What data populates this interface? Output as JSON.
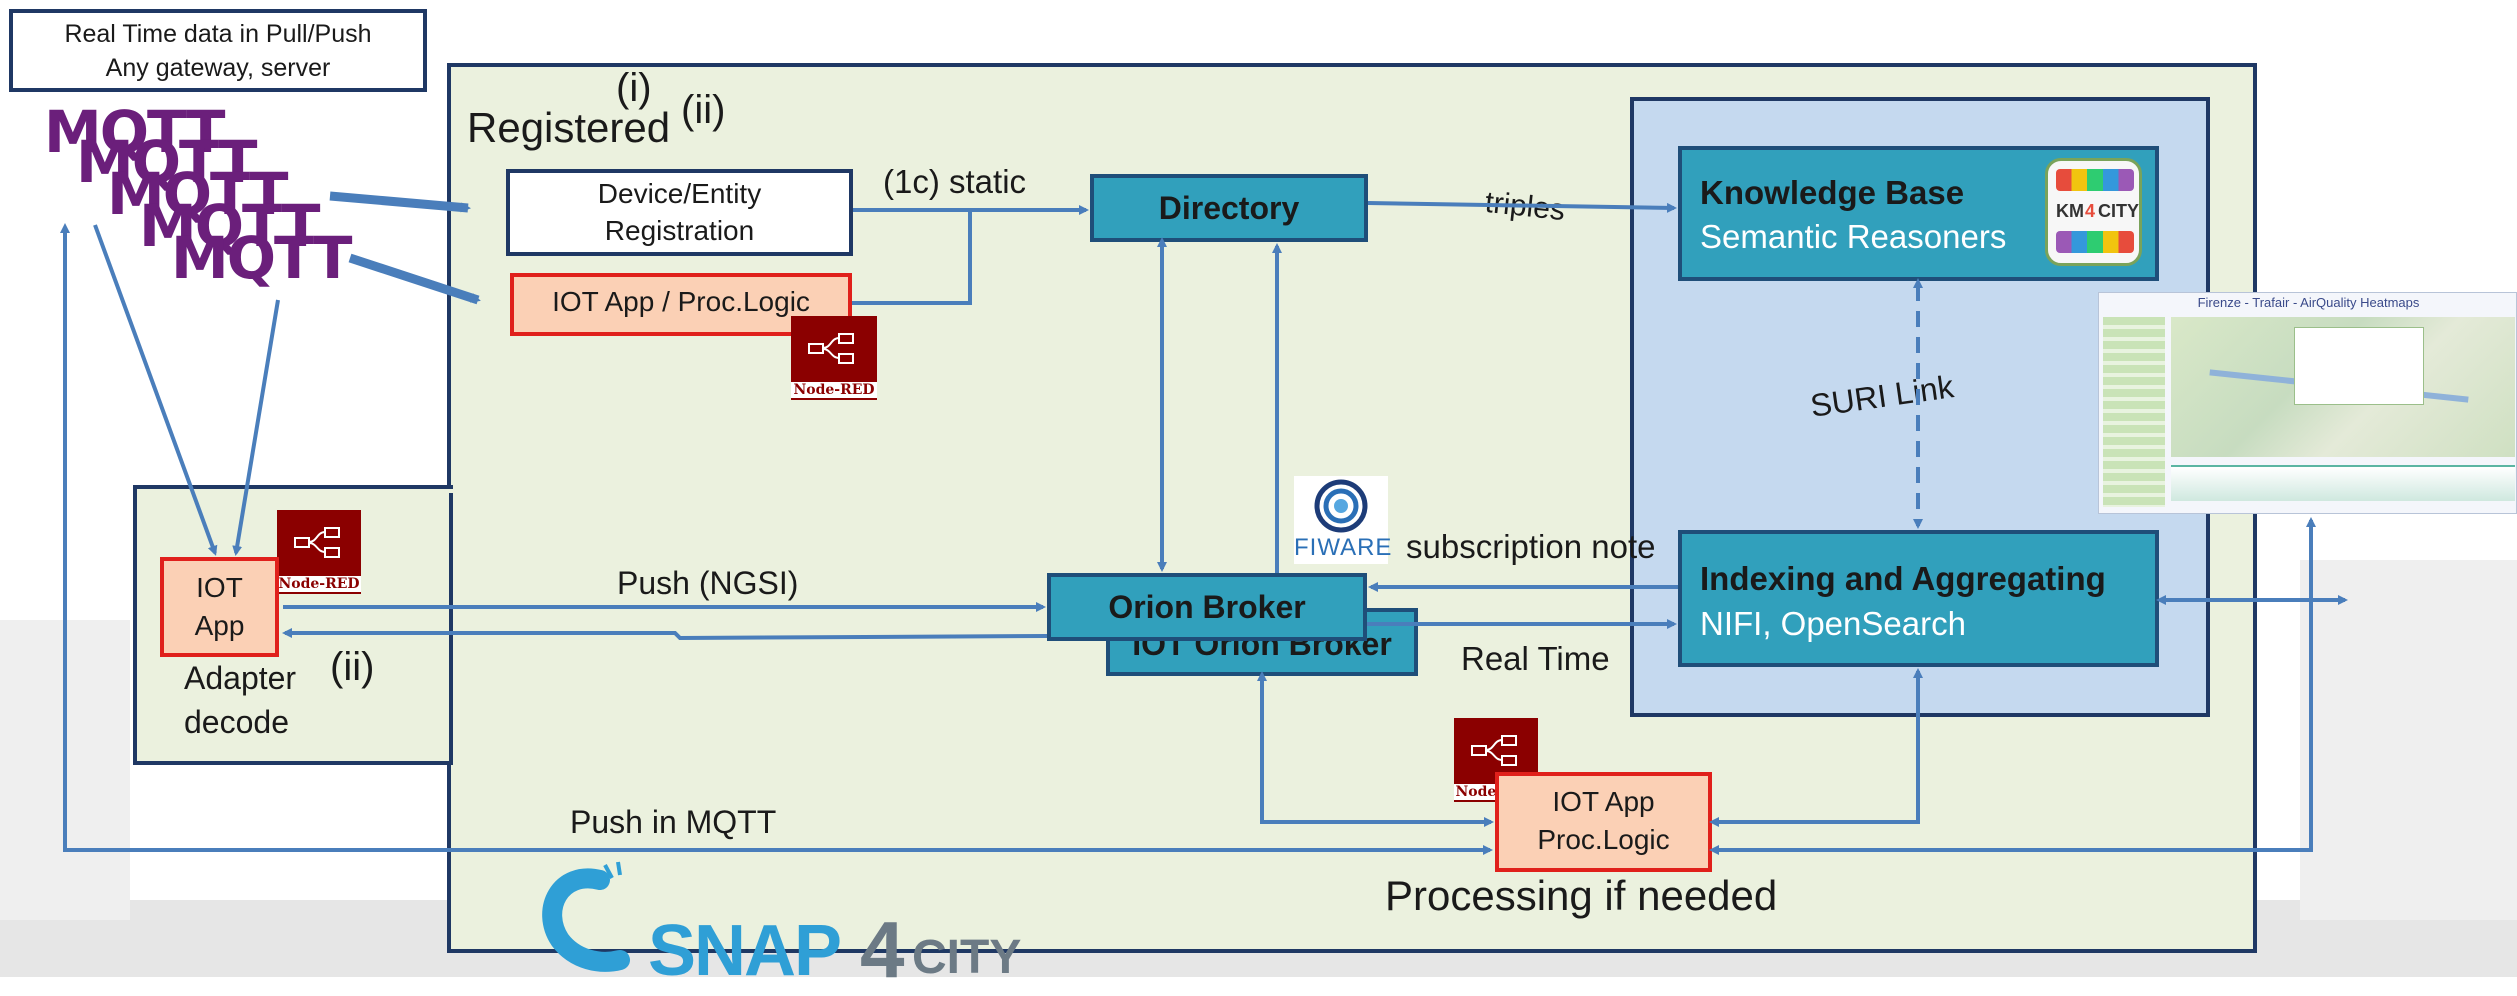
{
  "source_box": {
    "line1": "Real Time data in Pull/Push",
    "line2": "Any gateway, server"
  },
  "mqtt_logo": "MQTT",
  "registered": {
    "label": "Registered",
    "marker_i": "(i)",
    "marker_ii": "(ii)"
  },
  "device_registration": {
    "line1": "Device/Entity",
    "line2": "Registration"
  },
  "iot_app_top": "IOT App / Proc.Logic",
  "static_label": "(1c) static",
  "directory": "Directory",
  "triples_label": "triples",
  "knowledge_base": {
    "title": "Knowledge Base",
    "subtitle": "Semantic Reasoners"
  },
  "km4city_logo": {
    "part1": "KM",
    "part2": "4",
    "part3": "CITY"
  },
  "suri_link": "SURI Link",
  "fiware_logo": "FIWARE",
  "subscription_label": "subscription note",
  "indexing": {
    "title": "Indexing and Aggregating",
    "subtitle": "NIFI, OpenSearch"
  },
  "orion_broker": "Orion Broker",
  "iot_orion_broker": "IOT Orion Broker",
  "real_time_label": "Real Time",
  "push_ngsi": "Push (NGSI)",
  "adapter": {
    "app_line1": "IOT",
    "app_line2": "App",
    "label_line1": "Adapter",
    "label_line2": "decode",
    "marker": "(ii)"
  },
  "node_red_label": "Node-RED",
  "push_mqtt": "Push in MQTT",
  "iot_app_bottom": {
    "line1": "IOT App",
    "line2": "Proc.Logic"
  },
  "processing_label": "Processing if needed",
  "heatmap_title": "Firenze - Trafair - AirQuality Heatmaps",
  "snap4city_logo": {
    "part1": "SNAP",
    "part2": "4",
    "part3": "CITY"
  },
  "colors": {
    "blue_box": "#31a0bc",
    "panel_bg": "#c5d9ef",
    "registered_bg": "#ebf1de",
    "orange_box": "#fbd0b5",
    "arrow": "#4a7ebb",
    "mqtt": "#6b1f7b",
    "node_red": "#8b0000"
  }
}
